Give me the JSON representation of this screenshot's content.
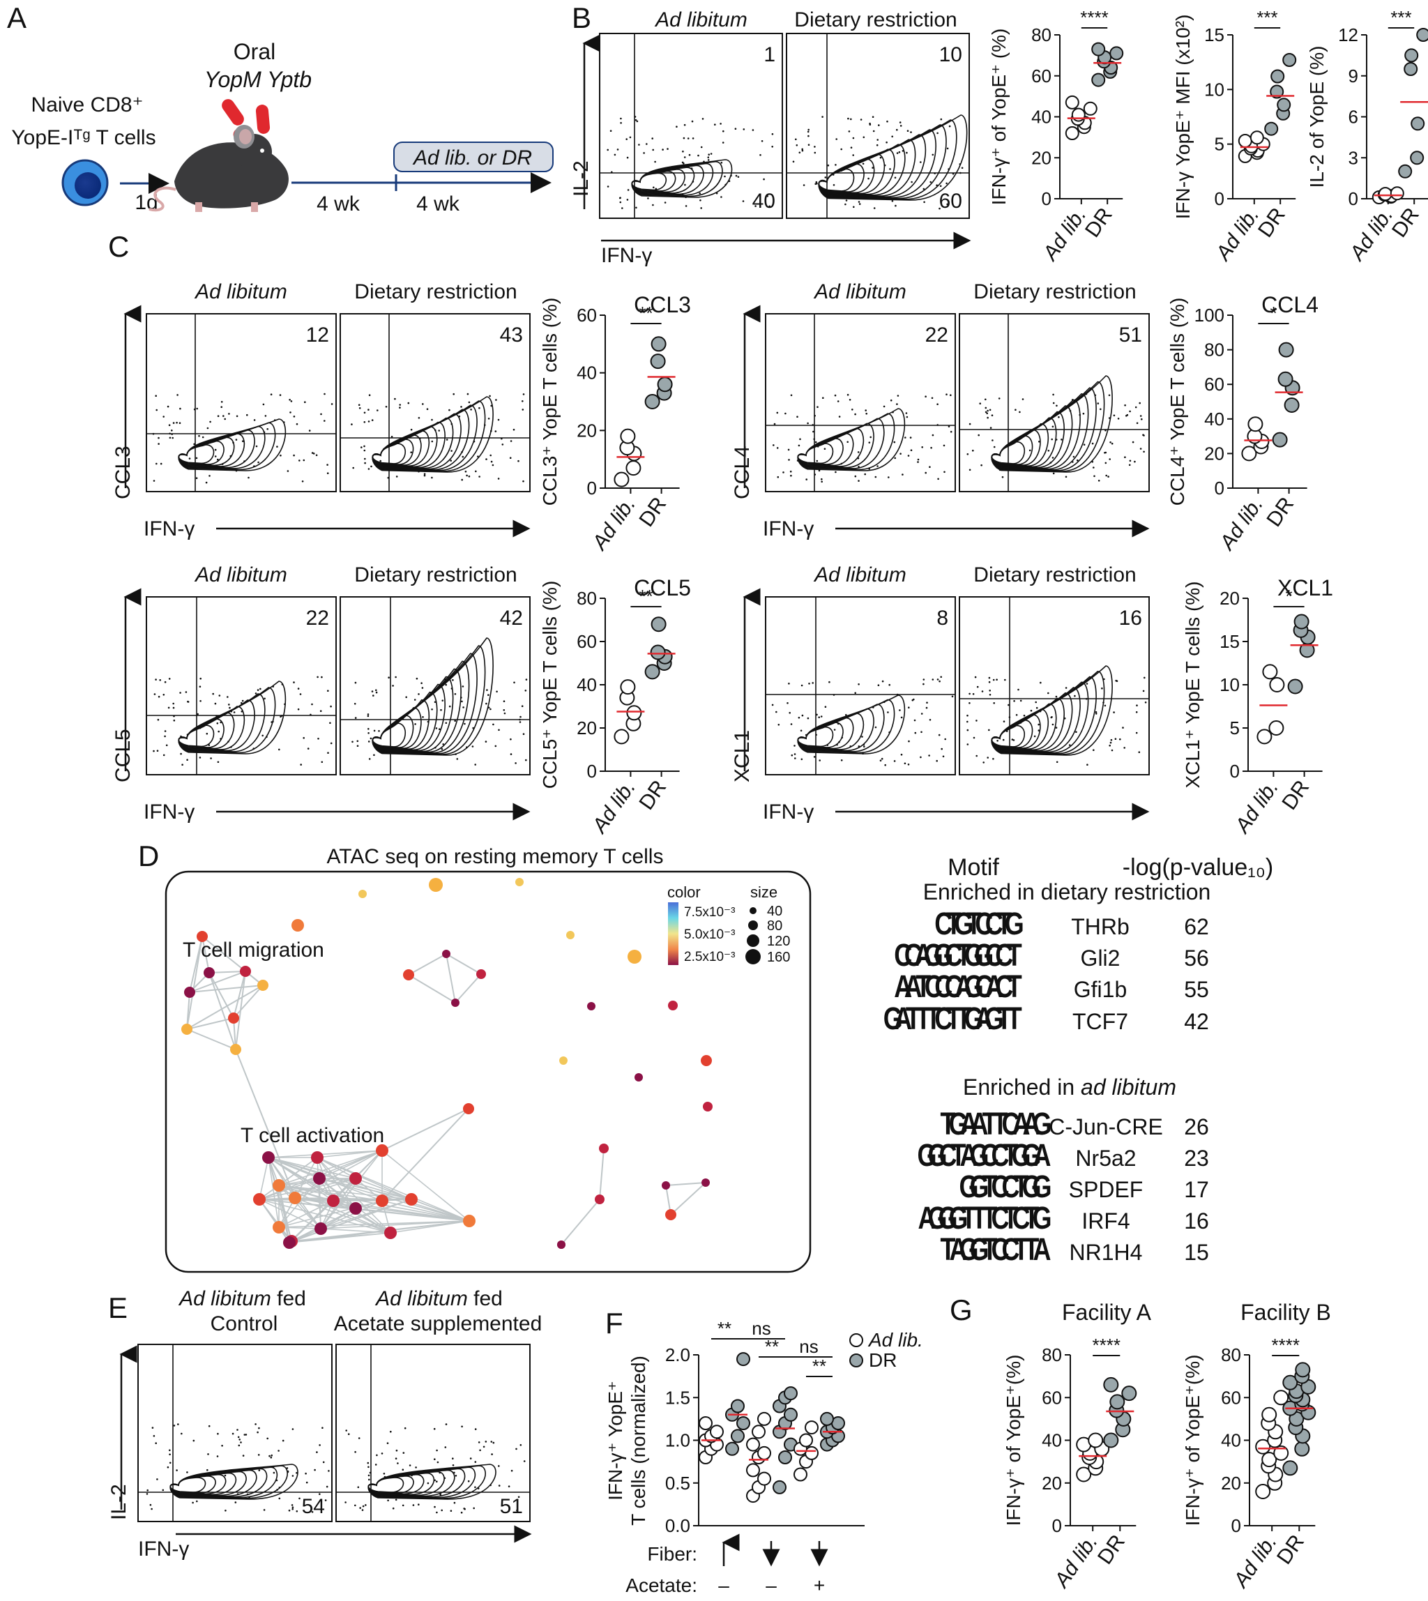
{
  "panels": {
    "A": {
      "letter": "A",
      "cells_label_1": "Naive CD8⁺",
      "cells_label_2": "YopE-Iᵀᵍ T cells",
      "oral": "Oral",
      "bacterium": "YopM Yptb",
      "day": "1d",
      "week1": "4 wk",
      "week2": "4 wk",
      "diet_box": "Ad lib. or DR"
    },
    "B": {
      "letter": "B",
      "conditions": [
        "Ad libitum",
        "Dietary restriction"
      ],
      "y_marker": "IL-2",
      "x_marker": "IFN-γ",
      "quadrant_values": [
        [
          "1",
          "40"
        ],
        [
          "10",
          "60"
        ]
      ],
      "scatter_plots": [
        {
          "ylabel": "IFN-γ⁺ of YopE⁺ (%)",
          "ticks": [
            "0",
            "20",
            "40",
            "60",
            "80"
          ],
          "sig": "****",
          "groups": [
            "Ad lib.",
            "DR"
          ],
          "adlib": [
            32,
            35,
            37,
            39,
            41,
            44,
            47
          ],
          "dr": [
            58,
            62,
            64,
            67,
            69,
            71,
            73
          ]
        },
        {
          "ylabel": "IFN-γ YopE⁺ MFI (x10²)",
          "ticks": [
            "0",
            "5",
            "10",
            "15"
          ],
          "sig": "***",
          "groups": [
            "Ad lib.",
            "DR"
          ],
          "adlib": [
            3.9,
            4.2,
            4.4,
            4.6,
            4.8,
            5.0,
            5.3,
            5.6
          ],
          "dr": [
            6.4,
            7.8,
            8.6,
            9.8,
            11.2,
            12.7
          ]
        },
        {
          "ylabel": "IL-2 of YopE (%)",
          "ticks": [
            "0",
            "3",
            "6",
            "9",
            "12"
          ],
          "sig": "***",
          "groups": [
            "Ad lib.",
            "DR"
          ],
          "adlib": [
            0.1,
            0.15,
            0.2,
            0.3,
            0.35,
            0.4
          ],
          "dr": [
            2.0,
            3.0,
            5.5,
            9.5,
            10.5,
            12.0
          ]
        }
      ]
    },
    "C": {
      "letter": "C",
      "conditions": [
        "Ad libitum",
        "Dietary restriction"
      ],
      "x_marker": "IFN-γ",
      "groups": [
        "Ad lib.",
        "DR"
      ],
      "plots": [
        {
          "chemokine": "CCL3",
          "values": [
            "12",
            "43"
          ],
          "sig": "**",
          "ylabel": "CCL3⁺ YopE T cells (%)",
          "ticks": [
            "0",
            "20",
            "40",
            "60"
          ],
          "adlib": [
            3,
            7,
            12,
            14,
            18
          ],
          "dr": [
            30,
            33,
            36,
            44,
            50
          ]
        },
        {
          "chemokine": "CCL4",
          "values": [
            "22",
            "51"
          ],
          "sig": "*",
          "ylabel": "CCL4⁺ YopE T cells (%)",
          "ticks": [
            "0",
            "20",
            "40",
            "60",
            "80",
            "100"
          ],
          "adlib": [
            20,
            24,
            27,
            30,
            37
          ],
          "dr": [
            28,
            48,
            58,
            63,
            80
          ]
        },
        {
          "chemokine": "CCL5",
          "values": [
            "22",
            "42"
          ],
          "sig": "**",
          "ylabel": "CCL5⁺ YopE T cells (%)",
          "ticks": [
            "0",
            "20",
            "40",
            "60",
            "80"
          ],
          "adlib": [
            16,
            22,
            27,
            34,
            39
          ],
          "dr": [
            46,
            50,
            53,
            55,
            68
          ]
        },
        {
          "chemokine": "XCL1",
          "values": [
            "8",
            "16"
          ],
          "sig": "*",
          "ylabel": "XCL1⁺ YopE T cells (%)",
          "ticks": [
            "0",
            "5",
            "10",
            "15",
            "20"
          ],
          "adlib": [
            4,
            5,
            10,
            11.5
          ],
          "dr": [
            9.8,
            14,
            15.5,
            16.3,
            17.3
          ]
        }
      ]
    },
    "D": {
      "letter": "D",
      "title": "ATAC seq on resting memory T cells",
      "cluster_labels": [
        "T cell migration",
        "T cell activation"
      ],
      "legend": {
        "color_title": "color",
        "size_title": "size",
        "color_ticks": [
          "7.5x10⁻³",
          "5.0x10⁻³",
          "2.5x10⁻³"
        ],
        "size_ticks": [
          "40",
          "80",
          "120",
          "160"
        ]
      },
      "motif_header": "Motif",
      "pval_header": "-log(p-value₁₀)",
      "dr_title": "Enriched in dietary restriction",
      "dr_motifs": [
        {
          "logo": "CTGTCCTG",
          "name": "THRb",
          "value": "62"
        },
        {
          "logo": "CCAGGCTGGCCT",
          "name": "Gli2",
          "value": "56"
        },
        {
          "logo": "AATCCCAGCACT",
          "name": "Gfi1b",
          "value": "55"
        },
        {
          "logo": "GATTTCTTGAGTT",
          "name": "TCF7",
          "value": "42"
        }
      ],
      "al_title_prefix": "Enriched in ",
      "al_title_italic": "ad libitum",
      "al_motifs": [
        {
          "logo": "TGAATTCAAG",
          "name": "C-Jun-CRE",
          "value": "26"
        },
        {
          "logo": "GGCTAGCCTGGA",
          "name": "Nr5a2",
          "value": "23"
        },
        {
          "logo": "GGTCCTGG",
          "name": "SPDEF",
          "value": "17"
        },
        {
          "logo": "AGGGTTTCTCTG",
          "name": "IRF4",
          "value": "16"
        },
        {
          "logo": "TAGGTCCTTA",
          "name": "NR1H4",
          "value": "15"
        }
      ]
    },
    "E": {
      "letter": "E",
      "cond1_italic": "Ad libitum",
      "cond1_rest": " fed",
      "cond1_line2": "Control",
      "cond2_italic": "Ad libitum",
      "cond2_rest": " fed",
      "cond2_line2": "Acetate supplemented",
      "y_marker": "IL-2",
      "x_marker": "IFN-γ",
      "values": [
        "54",
        "51"
      ]
    },
    "F": {
      "letter": "F",
      "ylabel_1": "IFN-γ⁺ YopE⁺",
      "ylabel_2": "T cells (normalized)",
      "ticks": [
        "0.0",
        "0.5",
        "1.0",
        "1.5",
        "2.0"
      ],
      "legend": [
        "Ad lib.",
        "DR"
      ],
      "sig_labels": [
        "**",
        "ns",
        "**",
        "ns",
        "**"
      ],
      "fiber_label": "Fiber:",
      "acetate_label": "Acetate:",
      "acetate_values": [
        "–",
        "–",
        "+"
      ],
      "groups": [
        {
          "adlib": [
            0.8,
            0.9,
            0.95,
            1.0,
            1.05,
            1.1,
            1.2
          ],
          "dr": [
            0.9,
            1.05,
            1.2,
            1.3,
            1.4,
            1.95
          ]
        },
        {
          "adlib": [
            0.35,
            0.45,
            0.55,
            0.65,
            0.8,
            0.85,
            0.95,
            1.1,
            1.25
          ],
          "dr": [
            0.45,
            0.8,
            0.95,
            1.1,
            1.2,
            1.3,
            1.4,
            1.5,
            1.55
          ]
        },
        {
          "adlib": [
            0.6,
            0.75,
            0.85,
            0.9,
            1.0,
            1.15
          ],
          "dr": [
            0.95,
            1.0,
            1.05,
            1.1,
            1.15,
            1.2,
            1.25
          ]
        }
      ]
    },
    "G": {
      "letter": "G",
      "facilities": [
        {
          "name": "Facility A",
          "sig": "****",
          "ylabel": "IFN-γ⁺ of YopE⁺(%)",
          "ticks": [
            "0",
            "20",
            "40",
            "60",
            "80"
          ],
          "groups": [
            "Ad lib.",
            "DR"
          ],
          "adlib": [
            24,
            27,
            30,
            32,
            34,
            36,
            38,
            40
          ],
          "dr": [
            40,
            45,
            50,
            54,
            58,
            62,
            66
          ]
        },
        {
          "name": "Facility B",
          "sig": "****",
          "ylabel": "IFN-γ⁺ of YopE⁺(%)",
          "ticks": [
            "0",
            "20",
            "40",
            "60",
            "80"
          ],
          "groups": [
            "Ad lib.",
            "DR"
          ],
          "adlib": [
            16,
            20,
            24,
            28,
            31,
            34,
            37,
            40,
            44,
            48,
            52,
            60
          ],
          "dr": [
            27,
            36,
            42,
            46,
            50,
            53,
            55,
            57,
            59,
            61,
            63,
            65,
            67,
            70,
            73
          ]
        }
      ]
    }
  },
  "colors": {
    "adlib_fill": "#ffffff",
    "dr_fill": "#9aa7ab",
    "mean_line": "#e0282e",
    "edge": "#bfc6c8"
  }
}
